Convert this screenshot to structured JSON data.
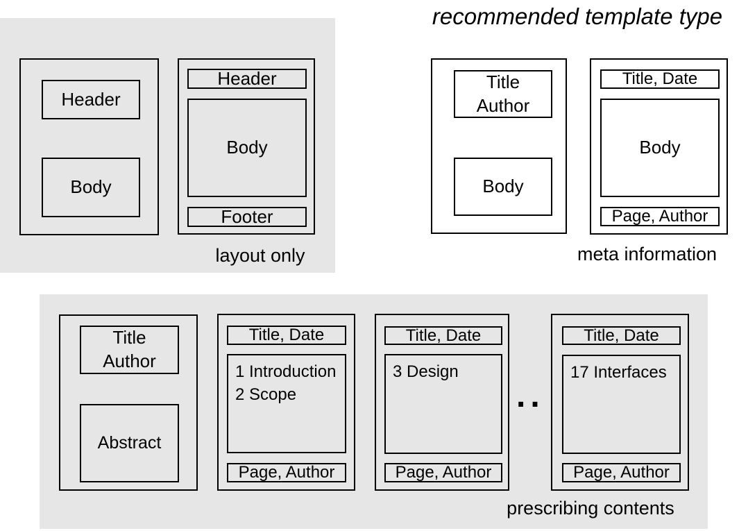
{
  "title": "recommended template type",
  "colors": {
    "backdrop": "#e6e6e6",
    "page_fill": "#ffffff",
    "border": "#000000",
    "text": "#000000"
  },
  "sections": {
    "layout_only": {
      "label": "layout only",
      "page_left": {
        "header": "Header",
        "body": "Body"
      },
      "page_right": {
        "header": "Header",
        "body": "Body",
        "footer": "Footer"
      }
    },
    "meta_information": {
      "label": "meta information",
      "page_left": {
        "title_author": "Title\nAuthor",
        "body": "Body"
      },
      "page_right": {
        "header": "Title, Date",
        "body": "Body",
        "footer": "Page, Author"
      }
    },
    "prescribing_contents": {
      "label": "prescribing contents",
      "ellipsis": "..",
      "page_title": {
        "title_author": "Title\nAuthor",
        "body": "Abstract"
      },
      "page_ch1_2": {
        "header": "Title, Date",
        "body": "1 Introduction\n2 Scope",
        "footer": "Page, Author"
      },
      "page_ch3": {
        "header": "Title, Date",
        "body": "3 Design",
        "footer": "Page, Author"
      },
      "page_ch17": {
        "header": "Title, Date",
        "body": "17 Interfaces",
        "footer": "Page, Author"
      }
    }
  }
}
